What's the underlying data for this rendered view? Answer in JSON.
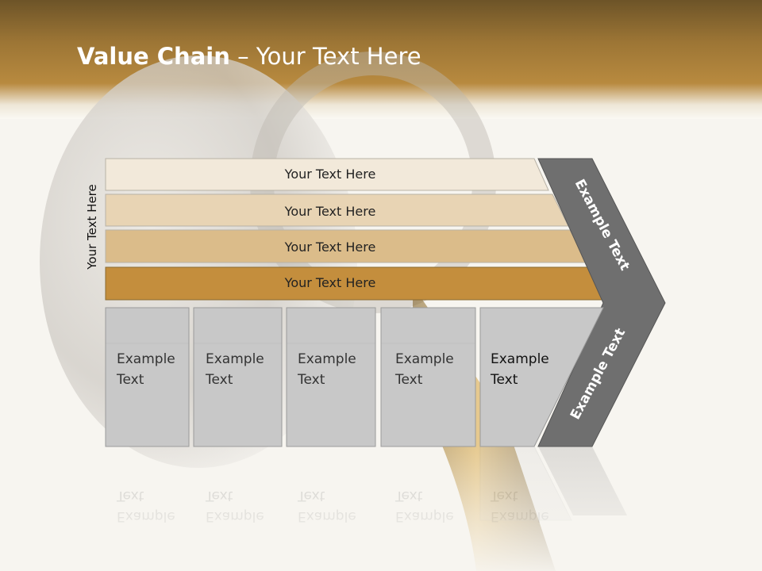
{
  "title": {
    "bold": "Value Chain",
    "rest": " – Your Text Here"
  },
  "side_label": "Your Text Here",
  "rows": [
    {
      "label": "Your Text Here",
      "color": "#f2e9da"
    },
    {
      "label": "Your Text Here",
      "color": "#e8d4b4"
    },
    {
      "label": "Your Text Here",
      "color": "#dbbc8a"
    },
    {
      "label": "Your Text Here",
      "color": "#c48e3d"
    }
  ],
  "cells": [
    {
      "line1": "Example",
      "line2": "Text"
    },
    {
      "line1": "Example",
      "line2": "Text"
    },
    {
      "line1": "Example",
      "line2": "Text"
    },
    {
      "line1": "Example",
      "line2": "Text"
    },
    {
      "line1": "Example",
      "line2": "Text"
    }
  ],
  "chevron_top": "Example Text",
  "chevron_bottom": "Example Text",
  "colors": {
    "header_brown": "#9c7535",
    "chevron_gray": "#6f6f6f",
    "cell_gray": "#c8c8c8"
  }
}
